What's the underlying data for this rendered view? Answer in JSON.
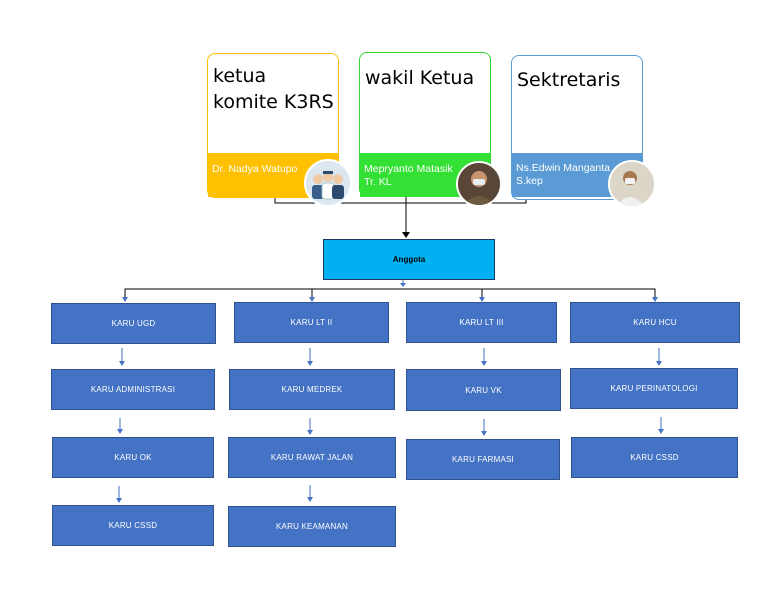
{
  "leaders": [
    {
      "title_lines": [
        "ketua",
        "komite K3RS"
      ],
      "name_lines": [
        "Dr. Nadya Watupo"
      ],
      "border_color": "#FFC000",
      "band_color": "#FFC000",
      "avatar_icon": "medical-team-icon"
    },
    {
      "title_lines": [
        "wakil Ketua"
      ],
      "name_lines": [
        "Mepryanto Matasik",
        "Tr. KL"
      ],
      "border_color": "#33D633",
      "band_color": "#33E033",
      "avatar_icon": "person-photo-icon"
    },
    {
      "title_lines": [
        "Sektretaris"
      ],
      "name_lines": [
        "Ns.Edwin Manganta",
        "S.kep"
      ],
      "border_color": "#5B9BD5",
      "band_color": "#5B9BD5",
      "avatar_icon": "person-photo-icon"
    }
  ],
  "anggota": "Anggota",
  "columns": [
    [
      "KARU UGD",
      "KARU ADMINISTRASI",
      "KARU OK",
      "KARU CSSD"
    ],
    [
      "KARU LT II",
      "KARU MEDREK",
      "KARU RAWAT JALAN",
      "KARU KEAMANAN"
    ],
    [
      "KARU LT III",
      "KARU VK",
      "KARU FARMASI"
    ],
    [
      "KARU HCU",
      "KARU PERINATOLOGI",
      "KARU CSSD"
    ]
  ],
  "colors": {
    "unit_box": "#4472C4",
    "unit_border": "#2F528F",
    "anggota_box": "#00B0F0",
    "connector": "#000000",
    "arrow": "#4472C4"
  }
}
